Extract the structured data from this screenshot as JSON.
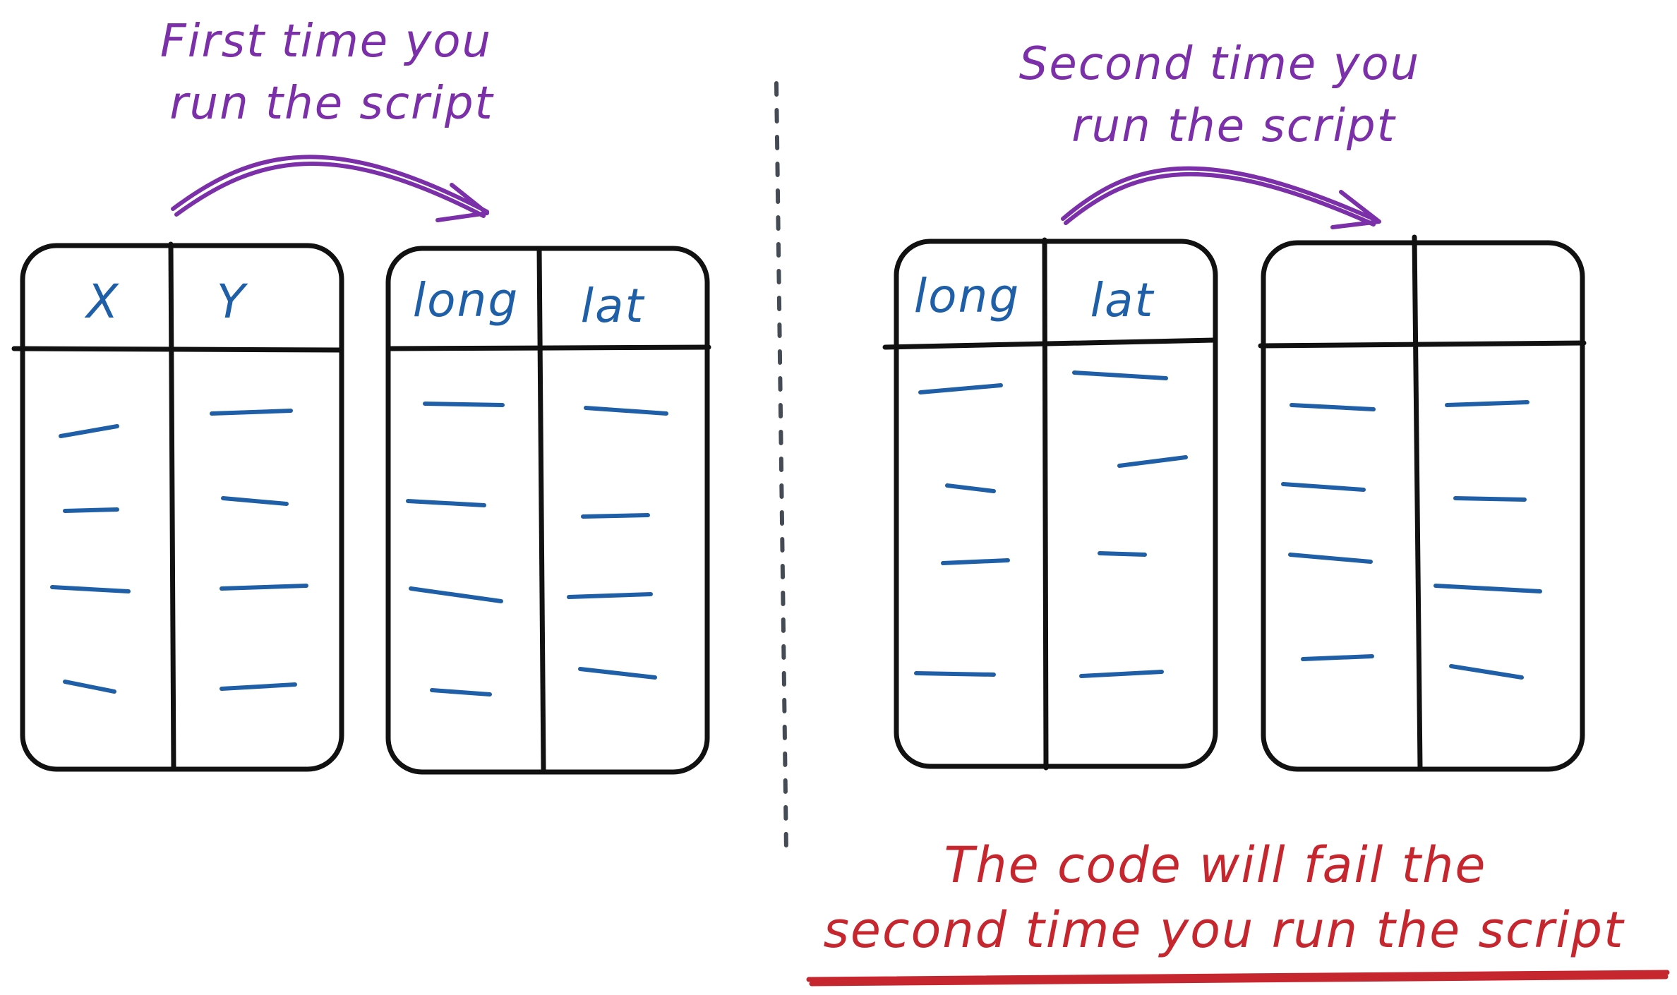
{
  "scenarios": [
    {
      "caption_lines": [
        "First time you",
        "run the script"
      ],
      "input_table": {
        "headers": [
          "X",
          "Y"
        ]
      },
      "output_table": {
        "headers": [
          "long",
          "lat"
        ]
      }
    },
    {
      "caption_lines": [
        "Second time you",
        "run the script"
      ],
      "input_table": {
        "headers": [
          "long",
          "lat"
        ]
      },
      "output_table": {
        "headers": [
          "",
          ""
        ]
      }
    }
  ],
  "conclusion": {
    "lines": [
      "The code will fail the",
      "second time you run the script"
    ]
  },
  "colors": {
    "caption": "#7b2fa8",
    "header_text": "#1f5fa8",
    "row_marks": "#1f5fa8",
    "table_outline": "#111111",
    "divider": "#454b55",
    "conclusion": "#c6262e"
  }
}
